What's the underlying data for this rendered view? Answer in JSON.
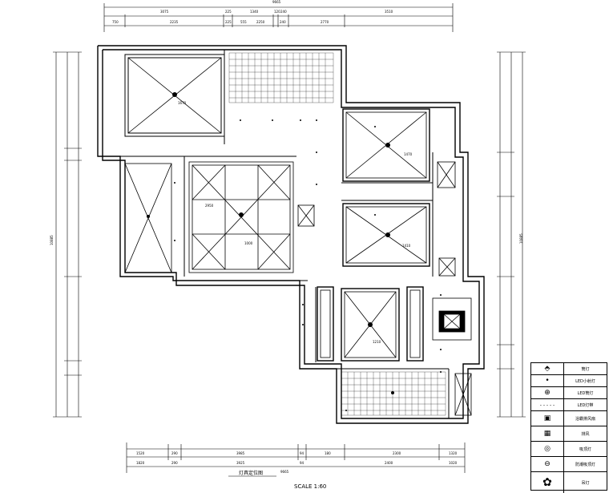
{
  "dimensions": {
    "top_total": "9665",
    "top_row1": [
      "3075",
      "225",
      "1340",
      "120",
      "240",
      "3510"
    ],
    "top_row2": [
      "750",
      "2235",
      "225",
      "555",
      "2250",
      "240",
      "2770"
    ],
    "bottom_row1": [
      "1520",
      "290",
      "3985",
      "94",
      "180",
      "2300",
      "1320"
    ],
    "bottom_row2": [
      "1820",
      "290",
      "3925",
      "94",
      "2400",
      "1020"
    ],
    "bottom_total": "9665",
    "left_total": "10885",
    "right_total": "10885"
  },
  "room_labels": {
    "ceiling_a": "1670",
    "ceiling_b": "1470",
    "ceiling_c": "1410",
    "ceiling_d": "2950",
    "ceiling_e": "1000",
    "ceiling_f": "1210"
  },
  "legend": [
    {
      "icon": "downlight-icon",
      "glyph": "⬘",
      "label": "筒灯"
    },
    {
      "icon": "led-spot-icon",
      "glyph": "•",
      "label": "LED小射灯"
    },
    {
      "icon": "led-down-icon",
      "glyph": "⊕",
      "label": "LED筒灯"
    },
    {
      "icon": "led-strip-icon",
      "glyph": "- - - - -",
      "label": "LED灯带"
    },
    {
      "icon": "bath-heater-icon",
      "glyph": "▣",
      "label": "浴霸排风扇"
    },
    {
      "icon": "exhaust-icon",
      "glyph": "▦",
      "label": "排风"
    },
    {
      "icon": "ceiling-lamp-icon",
      "glyph": "◎",
      "label": "吸顶灯"
    },
    {
      "icon": "moisture-lamp-icon",
      "glyph": "⊖",
      "label": "防潮吸顶灯"
    },
    {
      "icon": "chandelier-icon",
      "glyph": "✿",
      "label": "吊灯"
    }
  ],
  "caption_title": "灯具定位图",
  "caption_scale": "SCALE 1:60"
}
